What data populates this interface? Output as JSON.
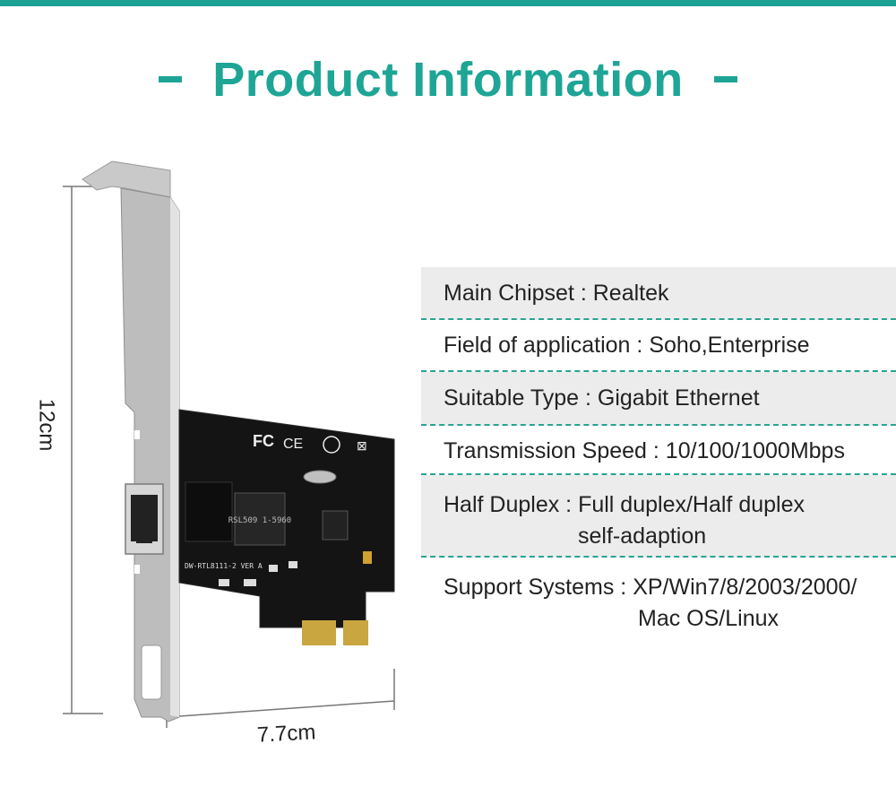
{
  "header": {
    "title": "Product Information",
    "accent_color": "#1ea596"
  },
  "dimensions": {
    "height": "12cm",
    "width": "7.7cm"
  },
  "board_markings": {
    "model": "DW-RTL8111-2 VER A",
    "chip": "RSL509 1-5960"
  },
  "specs": [
    {
      "label": "Main Chipset",
      "value": "Realtek",
      "value2": ""
    },
    {
      "label": "Field of application",
      "value": "Soho,Enterprise",
      "value2": ""
    },
    {
      "label": "Suitable Type",
      "value": "Gigabit Ethernet",
      "value2": ""
    },
    {
      "label": "Transmission Speed",
      "value": "10/100/1000Mbps",
      "value2": ""
    },
    {
      "label": "Half Duplex",
      "value": "Full duplex/Half duplex",
      "value2": "self-adaption"
    },
    {
      "label": "Support Systems",
      "value": "XP/Win7/8/2003/2000/",
      "value2": "Mac OS/Linux"
    }
  ]
}
